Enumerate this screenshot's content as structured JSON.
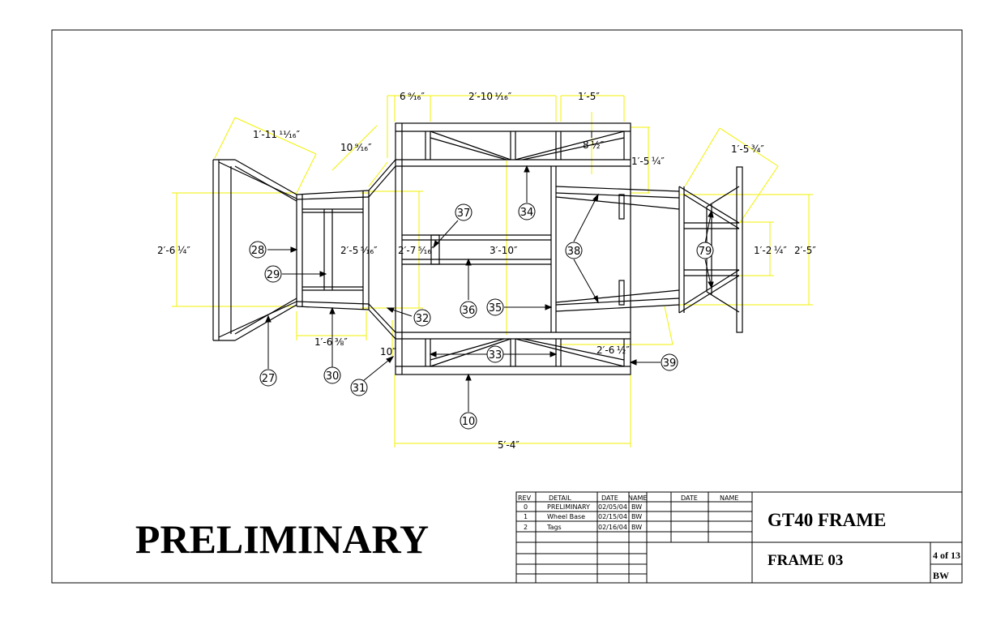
{
  "stamp": "PRELIMINARY",
  "title_block": {
    "title": "GT40 FRAME",
    "drawing_name": "FRAME 03",
    "sheet": "4 of 13",
    "drawn_by": "BW",
    "rev_headers": [
      "REV",
      "DETAIL",
      "DATE",
      "NAME",
      "DATE",
      "NAME"
    ],
    "revisions": [
      {
        "rev": "0",
        "detail": "PRELIMINARY",
        "date": "02/05/04",
        "name": "BW"
      },
      {
        "rev": "1",
        "detail": "Wheel Base",
        "date": "02/15/04",
        "name": "BW"
      },
      {
        "rev": "2",
        "detail": "Tags",
        "date": "02/16/04",
        "name": "BW"
      }
    ]
  },
  "dimensions": {
    "d_6_9_16": "6 ⁹⁄₁₆″",
    "d_2_10_1_16": "2′-10 ¹⁄₁₆″",
    "d_1_5_top": "1′-5″",
    "d_8_1_2": "8 ½″",
    "d_1_5_1_4": "1′-5 ¼″",
    "d_1_11_11_16": "1′-11 ¹¹⁄₁₆″",
    "d_10_9_16": "10 ⁹⁄₁₆″",
    "d_1_5_3_4": "1′-5 ¾″",
    "d_2_6_1_4": "2′-6 ¼″",
    "d_2_5_5_16": "2′-5 ⁵⁄₁₆″",
    "d_2_7_5_16": "2′-7 ⁵⁄₁₆″",
    "d_3_10": "3′-10″",
    "d_1_2_1_4": "1′-2 ¼″",
    "d_2_5_right": "2′-5″",
    "d_1_6_3_8": "1′-6 ⅜″",
    "d_10": "10″",
    "d_2_6_2": "2′-6 ½″",
    "d_5_4": "5′-4″"
  },
  "balloons": [
    "10",
    "27",
    "28",
    "29",
    "30",
    "31",
    "32",
    "33",
    "34",
    "35",
    "36",
    "37",
    "38",
    "39",
    "79"
  ],
  "colors": {
    "dimension": "#f2f200",
    "frame": "#000000"
  }
}
